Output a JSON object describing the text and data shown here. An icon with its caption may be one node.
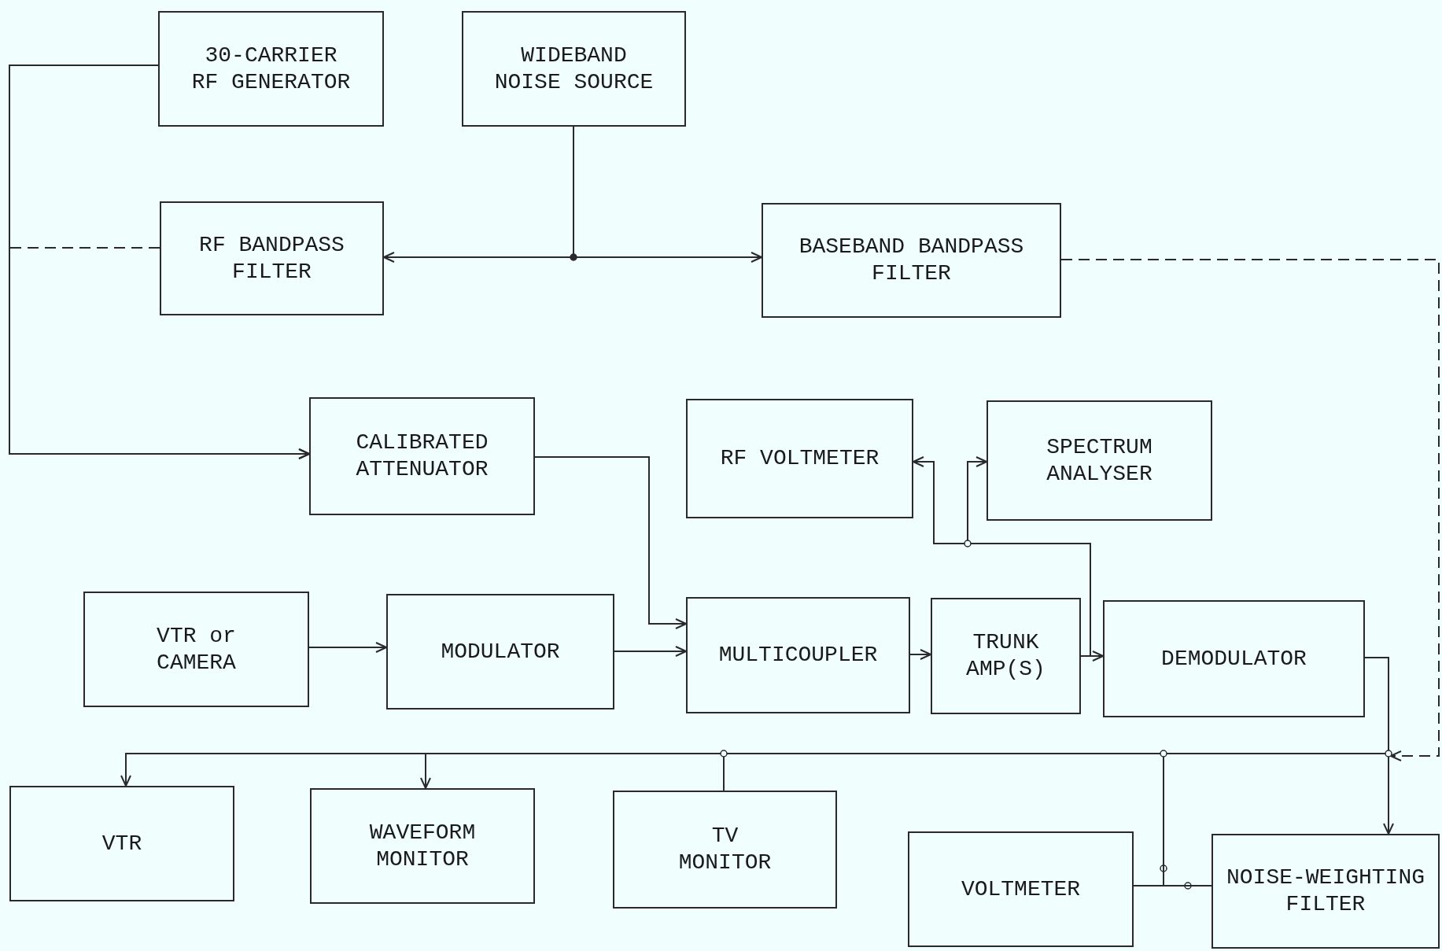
{
  "diagram": {
    "nodes": [
      {
        "text": [
          "30-CARRIER RF GENERATOR"
        ]
      },
      {
        "text": [
          "WIDEBAND NOISE SOURCE"
        ]
      },
      {
        "text": [
          "RF BANDPASS FILTER"
        ]
      },
      {
        "text": [
          "BASEBAND BANDPASS FILTER"
        ]
      },
      {
        "text": [
          "CALIBRATED ATTENUATOR"
        ]
      },
      {
        "text": [
          "RF VOLTMETER"
        ]
      },
      {
        "text": [
          "SPECTRUM ANALYSER"
        ]
      },
      {
        "text": [
          "VTR or CAMERA"
        ]
      },
      {
        "text": [
          "MODULATOR"
        ]
      },
      {
        "text": [
          "MULTICOUPLER"
        ]
      },
      {
        "text": [
          "TRUNK AMP(S)"
        ]
      },
      {
        "text": [
          "DEMODULATOR"
        ]
      },
      {
        "text": [
          "VTR"
        ]
      },
      {
        "text": [
          "WAVEFORM MONITOR"
        ]
      },
      {
        "text": [
          "TV MONITOR"
        ]
      },
      {
        "text": [
          "VOLTMETER"
        ]
      },
      {
        "text": [
          "NOISE-WEIGHTING FILTER"
        ]
      }
    ],
    "edges": [
      {
        "from": 2,
        "to": 4,
        "arrow": "to",
        "style": "dashed"
      },
      {
        "from": 3,
        "to": null,
        "arrow": "to",
        "style": "dashed"
      },
      {
        "from": 0,
        "to": 4,
        "arrow": "to"
      },
      {
        "from": 1,
        "to": 2,
        "arrow": "to"
      },
      {
        "from": 1,
        "to": 3,
        "arrow": "to"
      },
      {
        "from": 4,
        "to": 9,
        "arrow": "to"
      },
      {
        "from": 7,
        "to": 8,
        "arrow": "to"
      },
      {
        "from": 8,
        "to": 9,
        "arrow": "to"
      },
      {
        "from": 9,
        "to": 10,
        "arrow": "to"
      },
      {
        "from": 10,
        "to": 11,
        "arrow": "to"
      },
      {
        "from": 10,
        "to": 5,
        "arrow": "to"
      },
      {
        "from": 10,
        "to": 6,
        "arrow": "to"
      },
      {
        "from": 11,
        "to": 12,
        "arrow": "to"
      },
      {
        "from": 11,
        "to": 13,
        "arrow": "to"
      },
      {
        "from": 11,
        "to": 14,
        "arrow": "none"
      },
      {
        "from": 11,
        "to": 15,
        "arrow": "none"
      },
      {
        "from": 11,
        "to": 16,
        "arrow": "to"
      },
      {
        "from": 16,
        "to": 15,
        "arrow": "none"
      }
    ]
  }
}
